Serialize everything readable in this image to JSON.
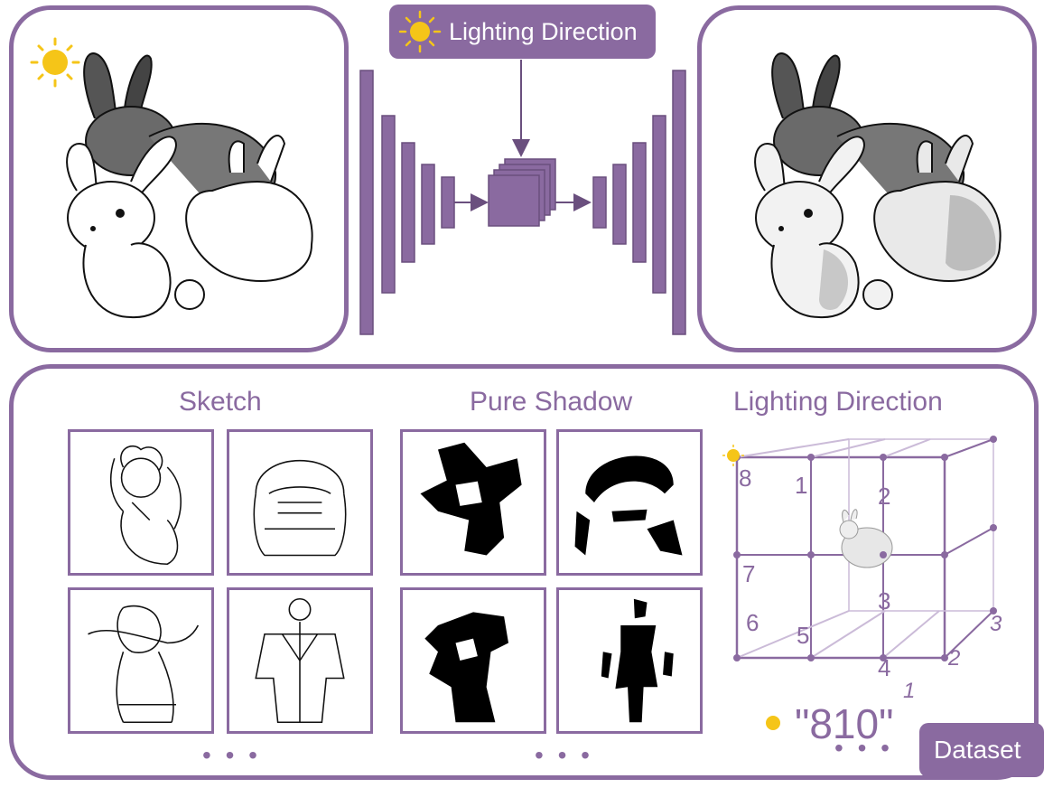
{
  "header": {
    "lighting_label": "Lighting Direction"
  },
  "dataset": {
    "sketch_title": "Sketch",
    "shadow_title": "Pure Shadow",
    "lighting_title": "Lighting Direction",
    "dataset_label": "Dataset",
    "ellipsis_1": "• • •",
    "ellipsis_2": "• • •",
    "ellipsis_3": "• • •",
    "code": "\"810\"",
    "cube_numbers_vertical": [
      "8",
      "7",
      "6"
    ],
    "cube_numbers_top": [
      "1",
      "2"
    ],
    "cube_numbers_front": [
      "5",
      "4",
      "3"
    ],
    "cube_numbers_depth": [
      "1",
      "2",
      "3"
    ]
  },
  "colors": {
    "accent": "#8a6aa0",
    "sun": "#f5c518"
  },
  "icons": [
    "sun-icon",
    "rabbit-illustration"
  ]
}
